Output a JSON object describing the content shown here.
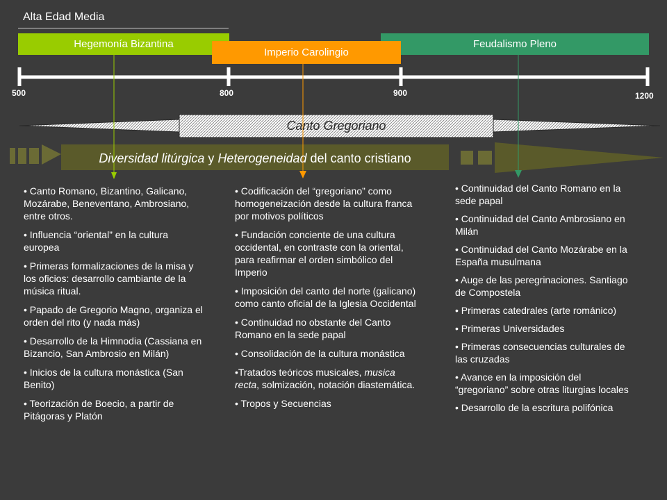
{
  "era": {
    "title": "Alta Edad Media"
  },
  "periods": {
    "bizantina": "Hegemonía Bizantina",
    "carolingio": "Imperio Carolingio",
    "feudalismo": "Feudalismo Pleno"
  },
  "years": [
    "500",
    "800",
    "900",
    "1200"
  ],
  "bands": {
    "canto": "Canto Gregoriano",
    "diversidad": {
      "part1": "Diversidad litúrgica",
      "conj": " y ",
      "part2": "Heterogeneidad",
      "rest": " del canto cristiano"
    }
  },
  "colors": {
    "bizantina": "#99cc00",
    "carolingio": "#ff9900",
    "feudalismo": "#339966",
    "band": "#5a5a2a"
  },
  "col1": [
    "• Canto Romano, Bizantino, Galicano, Mozárabe, Beneventano, Ambrosiano, entre otros.",
    "•  Influencia “oriental” en la cultura europea",
    "• Primeras formalizaciones de la misa y los oficios: desarrollo cambiante de la música ritual.",
    "• Papado de Gregorio Magno, organiza el orden del rito (y nada más)",
    "• Desarrollo de la Himnodia (Cassiana en Bizancio, San Ambrosio en Milán)",
    "• Inicios de la cultura monástica (San Benito)",
    "• Teorización de Boecio, a partir de Pitágoras y Platón"
  ],
  "col2": {
    "items": [
      "• Codificación del “gregoriano” como homogeneización desde la cultura franca por motivos políticos",
      "• Fundación conciente de una cultura occidental, en contraste con la oriental, para reafirmar el orden simbólico del Imperio",
      "• Imposición del canto del norte (galicano) como canto oficial de la Iglesia Occidental",
      "• Continuidad no obstante del Canto Romano en la sede papal",
      "•  Consolidación de la cultura monástica"
    ],
    "tratados": {
      "pre": "•Tratados teóricos musicales, ",
      "em": "musica recta",
      "post": ", solmización, notación diastemática."
    },
    "last": "• Tropos y Secuencias"
  },
  "col3": [
    "• Continuidad del Canto Romano en la sede papal",
    "• Continuidad del Canto Ambrosiano en Milán",
    "• Continuidad del Canto Mozárabe en la España musulmana",
    "• Auge de las peregrinaciones. Santiago de Compostela",
    "• Primeras catedrales (arte románico)",
    "• Primeras Universidades",
    "• Primeras consecuencias culturales de las cruzadas",
    "• Avance en la imposición del “gregoriano” sobre otras liturgias locales",
    "• Desarrollo de la escritura polifónica"
  ]
}
